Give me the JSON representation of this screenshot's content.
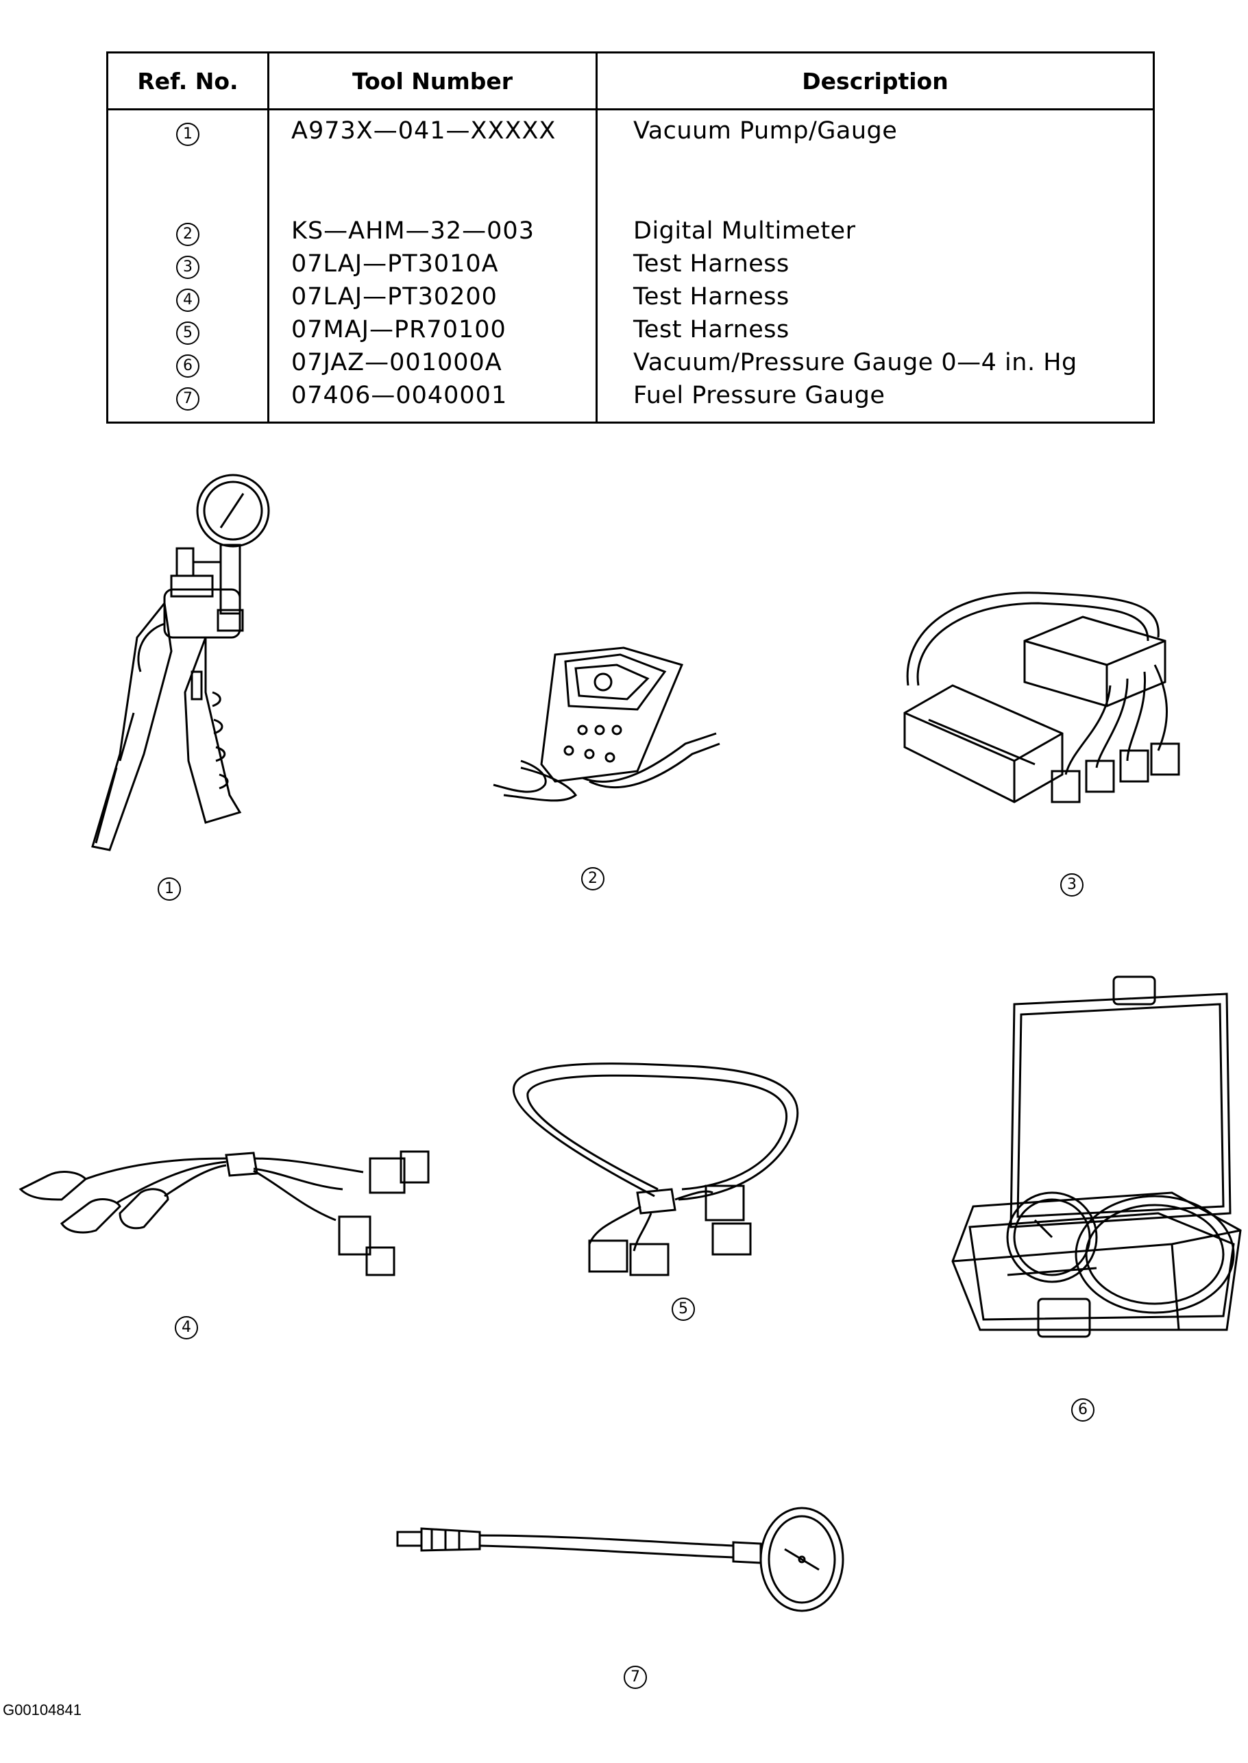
{
  "table": {
    "headers": {
      "ref": "Ref. No.",
      "tool": "Tool Number",
      "desc": "Description"
    },
    "rows": [
      {
        "ref": "1",
        "tool": "A973X—041—XXXXX",
        "desc": "Vacuum Pump/Gauge"
      },
      {
        "ref": "2",
        "tool": "KS—AHM—32—003",
        "desc": "Digital Multimeter"
      },
      {
        "ref": "3",
        "tool": "07LAJ—PT3010A",
        "desc": "Test Harness"
      },
      {
        "ref": "4",
        "tool": "07LAJ—PT30200",
        "desc": "Test Harness"
      },
      {
        "ref": "5",
        "tool": "07MAJ—PR70100",
        "desc": "Test Harness"
      },
      {
        "ref": "6",
        "tool": "07JAZ—001000A",
        "desc": "Vacuum/Pressure Gauge 0—4 in. Hg"
      },
      {
        "ref": "7",
        "tool": "07406—0040001",
        "desc": "Fuel Pressure Gauge"
      }
    ]
  },
  "figures": [
    {
      "label": "1",
      "icon": "vacuum-pump-illustration"
    },
    {
      "label": "2",
      "icon": "multimeter-illustration"
    },
    {
      "label": "3",
      "icon": "test-harness-box-illustration"
    },
    {
      "label": "4",
      "icon": "alligator-clip-harness-illustration"
    },
    {
      "label": "5",
      "icon": "connector-harness-illustration"
    },
    {
      "label": "6",
      "icon": "gauge-case-illustration"
    },
    {
      "label": "7",
      "icon": "fuel-pressure-gauge-illustration"
    }
  ],
  "footer": {
    "code": "G00104841"
  }
}
